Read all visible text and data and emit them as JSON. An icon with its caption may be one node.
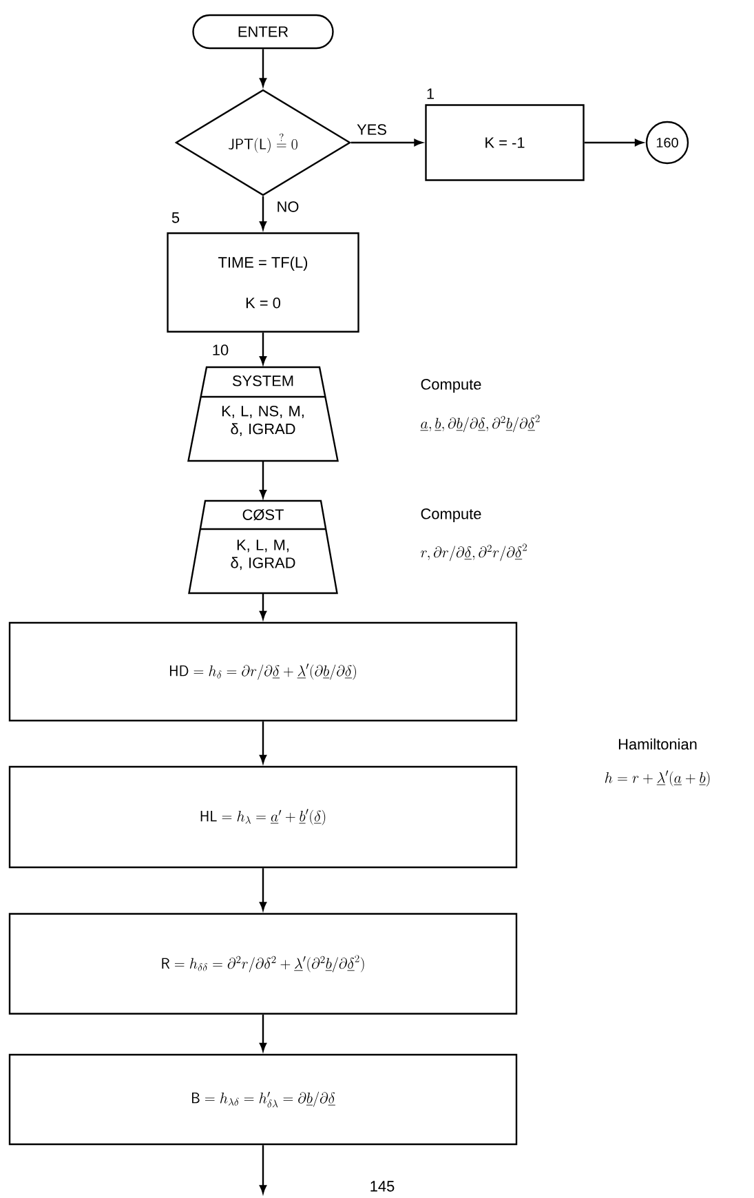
{
  "diagram": {
    "nodes": [
      {
        "text": [
          "ENTER"
        ]
      },
      {
        "text": [
          "\\mathsf{JPT(L)} \\stackrel{?}{=} 0"
        ]
      },
      {
        "text": [
          "K = -1"
        ],
        "beside": [
          "1"
        ]
      },
      {
        "text": [
          "160"
        ]
      },
      {
        "text": [
          "TIME = TF(L)",
          "K = 0"
        ],
        "beside": [
          "5"
        ]
      },
      {
        "text": [
          "SYSTEM",
          "K, L, NS, M, δ, IGRAD"
        ],
        "beside": [
          "10"
        ]
      },
      {
        "text": [
          "CØST",
          "K, L, M, δ, IGRAD"
        ]
      },
      {
        "text": [
          "\\mathsf{HD} = h_{\\delta} = \\partial r/\\partial\\underline{\\delta} + \\underline{\\lambda}'(\\partial\\underline{b}/\\partial\\underline{\\delta})"
        ]
      },
      {
        "text": [
          "\\mathsf{HL} = h_{\\lambda} = \\underline{a}' + \\underline{b}'(\\underline{\\delta})"
        ]
      },
      {
        "text": [
          "\\mathsf{R} = h_{\\delta\\delta} = \\partial^2 r/\\partial\\delta^2 + \\underline{\\lambda}'(\\partial^2\\underline{b}/\\partial\\underline{\\delta}^2)"
        ]
      },
      {
        "text": [
          "\\mathsf{B} = h_{\\lambda\\delta} = h'_{\\delta\\lambda} = \\partial\\underline{b}/\\partial\\underline{\\delta}"
        ]
      }
    ],
    "edges": [
      {
        "from": 0,
        "to": 1,
        "arrow": "to"
      },
      {
        "from": 1,
        "to": 2,
        "arrow": "to",
        "label": "YES"
      },
      {
        "from": 2,
        "to": 3,
        "arrow": "to"
      },
      {
        "from": 1,
        "to": 4,
        "arrow": "to",
        "label": "NO"
      },
      {
        "from": 4,
        "to": 5,
        "arrow": "to"
      },
      {
        "from": 5,
        "to": 6,
        "arrow": "to"
      },
      {
        "from": 6,
        "to": 7,
        "arrow": "to"
      },
      {
        "from": 7,
        "to": 8,
        "arrow": "to"
      },
      {
        "from": 8,
        "to": 9,
        "arrow": "to"
      },
      {
        "from": 9,
        "to": 10,
        "arrow": "to"
      },
      {
        "from": 10,
        "to": null,
        "arrow": "to"
      }
    ],
    "labels": [
      "Compute",
      "\\underline{a}, \\underline{b}, \\partial\\underline{b}/\\partial\\underline{\\delta}, \\partial^2\\underline{b}/\\partial\\underline{\\delta}^2",
      "Compute",
      "r, \\partial r/\\partial\\underline{\\delta}, \\partial^2 r/\\partial\\underline{\\delta}^2",
      "Hamiltonian",
      "h = r + \\underline{\\lambda}'(\\underline{a} + \\underline{b})",
      "145"
    ]
  }
}
